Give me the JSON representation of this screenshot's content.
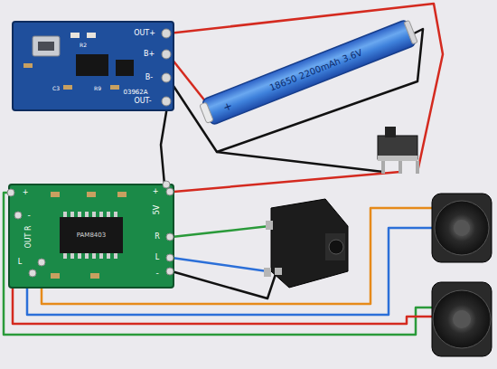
{
  "diagram": {
    "labels": [
      "OUT+",
      "B+",
      "B-",
      "OUT-",
      "R2",
      "C3",
      "R9",
      "03962A",
      "+",
      "18650 2200mAh 3.6V",
      "OUT R",
      "+",
      "-",
      "5V",
      "R",
      "L",
      "PAM8403",
      "L",
      "+",
      "-"
    ]
  }
}
